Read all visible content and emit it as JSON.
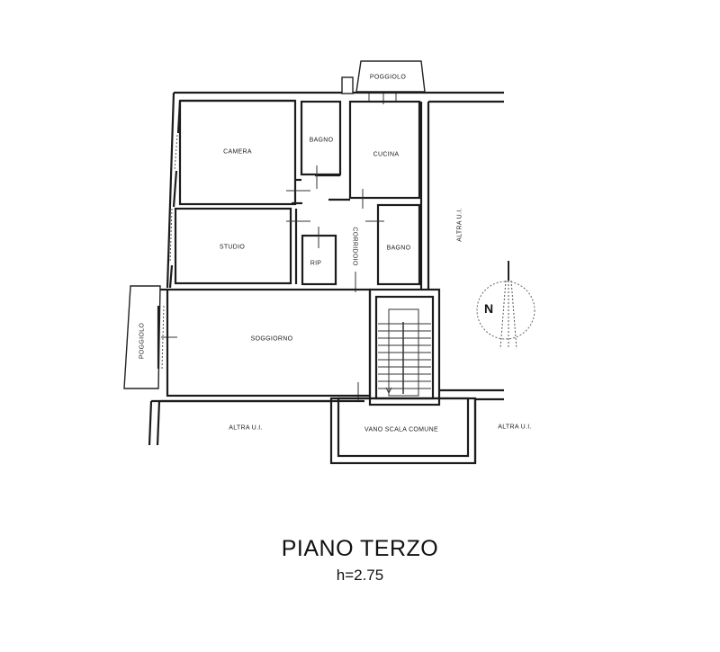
{
  "plan": {
    "title": "PIANO TERZO",
    "height_label": "h=2.75",
    "north_label": "N"
  },
  "rooms": {
    "poggiolo_top": "POGGIOLO",
    "camera": "CAMERA",
    "bagno_1": "BAGNO",
    "cucina": "CUCINA",
    "studio": "STUDIO",
    "rip": "RIP",
    "corridoio": "CORRIDOIO",
    "bagno_2": "BAGNO",
    "soggiorno": "SOGGIORNO",
    "poggiolo_left": "POGGIOLO",
    "vano_scala": "VANO SCALA COMUNE",
    "altra_ui_bottom_left": "ALTRA U.I.",
    "altra_ui_bottom_right": "ALTRA U.I.",
    "altra_ui_right": "ALTRA U.I."
  }
}
